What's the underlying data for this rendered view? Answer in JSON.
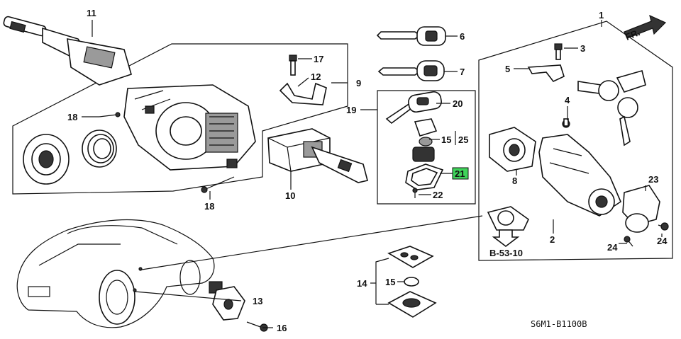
{
  "callouts": {
    "n1": "1",
    "n2": "2",
    "n3": "3",
    "n4": "4",
    "n5": "5",
    "n6": "6",
    "n7": "7",
    "n8": "8",
    "n9": "9",
    "n10": "10",
    "n11": "11",
    "n12": "12",
    "n13": "13",
    "n14": "14",
    "n15a": "15",
    "n15b": "15",
    "n16": "16",
    "n17": "17",
    "n18a": "18",
    "n18b": "18",
    "n19": "19",
    "n20": "20",
    "n21": "21",
    "n22": "22",
    "n23": "23",
    "n24a": "24",
    "n24b": "24",
    "n25": "25"
  },
  "reference": "B-53-10",
  "front_marker": "FR.",
  "diagram_code": "S6M1-B1100B",
  "highlight_color": "#3fd45a"
}
